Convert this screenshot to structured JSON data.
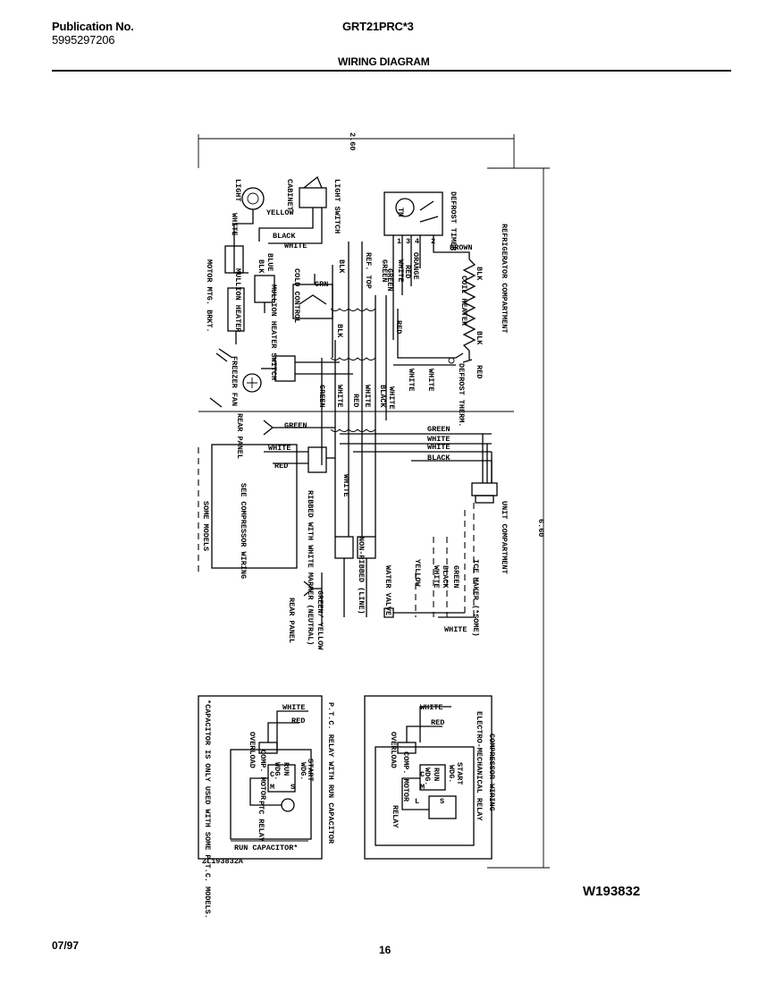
{
  "header": {
    "publication_label": "Publication No.",
    "publication_number": "5995297206",
    "model": "GRT21PRC*3",
    "section_title": "WIRING DIAGRAM"
  },
  "footer": {
    "date": "07/97",
    "page": "16",
    "diagram_id": "W193832"
  },
  "dimensions": {
    "top": "2.60",
    "right": "6.60"
  },
  "labels": {
    "light": "LIGHT",
    "cabinet": "CABINET",
    "light_switch": "LIGHT SWITCH",
    "defrost_timer": "DEFROST TIMER",
    "tm": "TM",
    "refrigerator_compartment": "REFRIGERATOR COMPARTMENT",
    "white": "WHITE",
    "yellow": "YELLOW",
    "black": "BLACK",
    "brown": "BROWN",
    "blue": "BLUE",
    "blk": "BLK",
    "grn": "GRN",
    "green": "GREEN",
    "orange": "ORANGE",
    "red": "RED",
    "ref_top": "REF. TOP",
    "cold_control": "COLD CONTROL",
    "mullion_heater": "MULLION HEATER",
    "mullion_heater_switch": "MULLION HEATER SWITCH",
    "motor_mtg_brkt": "MOTOR MTG. BRKT.",
    "coil_heater": "COIL HEATER",
    "defrost_therm": "DEFROST THERM.",
    "freezer_fan": "FREEZER FAN",
    "rear_panel": "REAR PANEL",
    "see_compressor_wiring": "SEE COMPRESSOR WIRING",
    "some_models": "SOME MODELS",
    "ribbed_with_white_marker": "RIBBED WITH WHITE MARKER (NEUTRAL)",
    "non_ribbed": "NON-RIBBED (LINE)",
    "green_yellow": "GREEN/ YELLOW",
    "unit_compartment": "UNIT COMPARTMENT",
    "ice_maker": "ICE MAKER (*SOME)",
    "water_valve": "WATER VALVE",
    "ptc_relay": "P.T.C. RELAY WITH RUN CAPACITOR",
    "capacitor_note": "*CAPACITOR IS ONLY USED WITH SOME P.T.C. MODELS.",
    "overload": "OVERLOAD",
    "comp_motor": "COMP. MOTOR",
    "ptc_relay_short": "PTC RELAY",
    "start": "START",
    "run": "RUN",
    "run_capacitor": "RUN CAPACITOR*",
    "code": "ZL193832A",
    "compressor_wiring": "COMPRESSOR WIRING",
    "electro_mechanical_relay": "ELECTRO-MECHANICAL RELAY",
    "relay": "RELAY",
    "wdg": "WDG.",
    "c": "C",
    "m": "M",
    "s": "S",
    "l": "L",
    "num_1": "1",
    "num_2": "2",
    "num_3": "3",
    "num_4": "4"
  }
}
